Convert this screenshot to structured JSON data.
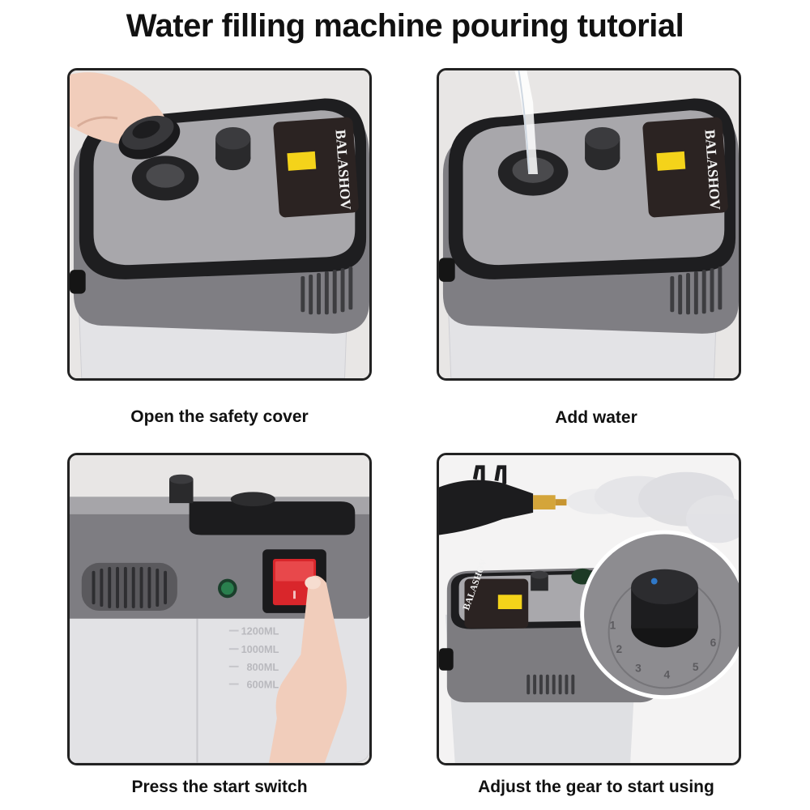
{
  "title": "Water filling machine pouring tutorial",
  "steps": [
    {
      "caption": "Open the safety cover"
    },
    {
      "caption": "Add water"
    },
    {
      "caption": "Press the start switch"
    },
    {
      "caption": "Adjust the gear to start using"
    }
  ],
  "brand": "BALASHOV",
  "tank_marks": [
    "1200ML",
    "1000ML",
    "800ML",
    "600ML"
  ],
  "dial_numbers": [
    "1",
    "2",
    "3",
    "4",
    "5",
    "6"
  ],
  "colors": {
    "body_gray": "#7d7c80",
    "handle_black": "#1c1c1e",
    "tank": "#e6e6e8",
    "label_yellow": "#f4d31a",
    "switch_red": "#d9262b",
    "indicator_green": "#2a7f4e"
  }
}
